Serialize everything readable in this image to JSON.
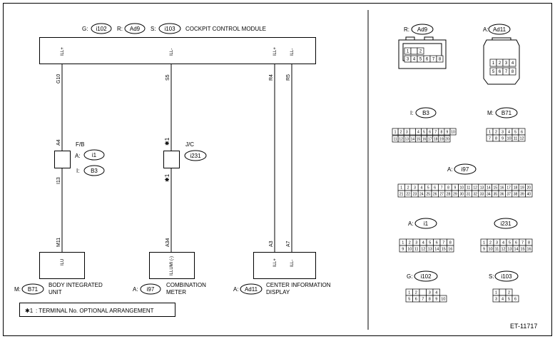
{
  "header": {
    "tags": [
      {
        "prefix": "G:",
        "code": "i102"
      },
      {
        "prefix": "R:",
        "code": "Ad9"
      },
      {
        "prefix": "S:",
        "code": "i103"
      }
    ],
    "module_label": "COCKPIT CONTROL MODULE",
    "module_pins": [
      "ILL+",
      "ILL-",
      "ILL+",
      "ILL-"
    ]
  },
  "wires": [
    {
      "top_pin": "G10",
      "mid_top_pin": "A4",
      "mid_bottom_pin": "I13",
      "bottom_pin": "M11"
    },
    {
      "top_pin": "S5",
      "mid_top_pin": "✱1",
      "mid_bottom_pin": "✱1",
      "bottom_pin": "A34"
    },
    {
      "top_pin": "R4",
      "bottom_pin": "A3"
    },
    {
      "top_pin": "R5",
      "bottom_pin": "A7"
    }
  ],
  "junctions": [
    {
      "title": "F/B",
      "tags": [
        {
          "prefix": "A:",
          "code": "i1"
        },
        {
          "prefix": "I:",
          "code": "B3"
        }
      ]
    },
    {
      "title": "J/C",
      "tags": [
        {
          "prefix": "",
          "code": "i231"
        }
      ]
    }
  ],
  "components": [
    {
      "prefix": "M:",
      "code": "B71",
      "label1": "BODY INTEGRATED",
      "label2": "UNIT",
      "pins": [
        "ILU"
      ]
    },
    {
      "prefix": "A:",
      "code": "i97",
      "label1": "COMBINATION",
      "label2": "METER",
      "pins": [
        "ILLUMI (-)"
      ]
    },
    {
      "prefix": "A:",
      "code": "Ad11",
      "label1": "CENTER INFORMATION",
      "label2": "DISPLAY",
      "pins": [
        "ILL+",
        "ILL-"
      ]
    }
  ],
  "note": {
    "mark": "✱1",
    "text": ": TERMINAL No. OPTIONAL ARRANGEMENT"
  },
  "figure_id": "ET-11717",
  "connectors": {
    "ad9": {
      "prefix": "R:",
      "code": "Ad9",
      "rows": [
        [
          "1",
          "",
          "2"
        ],
        [
          "3",
          "4",
          "5",
          "6",
          "7",
          "8"
        ]
      ]
    },
    "ad11": {
      "prefix": "A:",
      "code": "Ad11",
      "rows": [
        [
          "1",
          "2",
          "3",
          "4"
        ],
        [
          "5",
          "6",
          "7",
          "8"
        ]
      ]
    },
    "b3": {
      "prefix": "I:",
      "code": "B3",
      "rows": [
        [
          "1",
          "2",
          "3",
          "",
          "4",
          "5",
          "6",
          "7",
          "8",
          "9",
          "10"
        ],
        [
          "11",
          "12",
          "13",
          "14",
          "15",
          "16",
          "17",
          "18",
          "19",
          "20"
        ]
      ]
    },
    "b71": {
      "prefix": "M:",
      "code": "B71",
      "rows": [
        [
          "1",
          "2",
          "3",
          "4",
          "5",
          "6"
        ],
        [
          "7",
          "8",
          "9",
          "10",
          "11",
          "12"
        ]
      ]
    },
    "i97": {
      "prefix": "A:",
      "code": "i97",
      "rows": [
        [
          "1",
          "2",
          "3",
          "4",
          "5",
          "6",
          "7",
          "8",
          "9",
          "10",
          "11",
          "12",
          "13",
          "14",
          "15",
          "16",
          "17",
          "18",
          "19",
          "20"
        ],
        [
          "21",
          "22",
          "23",
          "24",
          "25",
          "26",
          "27",
          "28",
          "29",
          "30",
          "31",
          "32",
          "33",
          "34",
          "35",
          "36",
          "37",
          "38",
          "39",
          "40"
        ]
      ]
    },
    "i1": {
      "prefix": "A:",
      "code": "i1",
      "rows": [
        [
          "1",
          "2",
          "3",
          "4",
          "5",
          "6",
          "7",
          "8"
        ],
        [
          "9",
          "10",
          "11",
          "12",
          "13",
          "14",
          "15",
          "16"
        ]
      ]
    },
    "i231": {
      "prefix": "",
      "code": "i231",
      "rows": [
        [
          "1",
          "2",
          "3",
          "4",
          "5",
          "6",
          "7",
          "8"
        ],
        [
          "9",
          "10",
          "11",
          "12",
          "13",
          "14",
          "15",
          "16"
        ]
      ]
    },
    "i102": {
      "prefix": "G:",
      "code": "i102",
      "rows": [
        [
          "1",
          "2",
          "",
          "3",
          "4"
        ],
        [
          "5",
          "6",
          "7",
          "8",
          "9",
          "10"
        ]
      ]
    },
    "i103": {
      "prefix": "S:",
      "code": "i103",
      "rows": [
        [
          "1",
          "",
          "2"
        ],
        [
          "3",
          "4",
          "5",
          "6"
        ]
      ]
    }
  }
}
